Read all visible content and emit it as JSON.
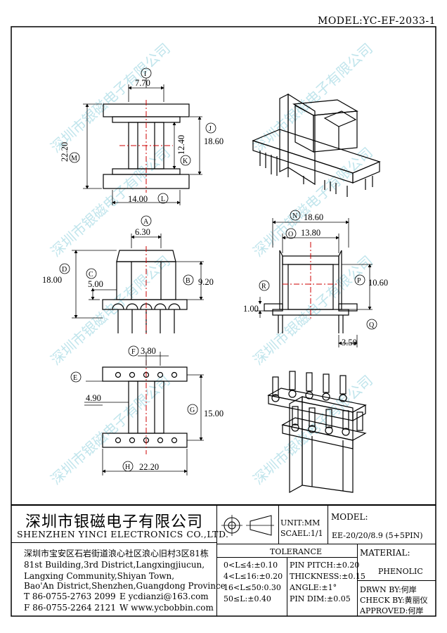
{
  "model_header": "MODEL:YC-EF-2033-1",
  "watermark": "深圳市银磁电子有限公司",
  "dimensions": {
    "I": "7.70",
    "M": "22.20",
    "K": "12.40",
    "J": "18.60",
    "L": "14.00",
    "A": "6.30",
    "D": "18.00",
    "C": "5.00",
    "B": "9.20",
    "N": "18.60",
    "O": "13.80",
    "P": "10.60",
    "R": "1.00",
    "Q": "3.50",
    "F": "3.80",
    "E": "4.90",
    "G": "15.00",
    "H": "22.20"
  },
  "labels": {
    "I": "I",
    "M": "M",
    "K": "K",
    "J": "J",
    "L": "L",
    "A": "A",
    "D": "D",
    "C": "C",
    "B": "B",
    "N": "N",
    "O": "O",
    "P": "P",
    "R": "R",
    "Q": "Q",
    "F": "F",
    "E": "E",
    "G": "G",
    "H": "H"
  },
  "company": {
    "name_cn": "深圳市银磁电子有限公司",
    "name_en": "SHENZHEN YINCI ELECTRONICS CO.,LTD.",
    "address_cn": "深圳市宝安区石岩街道浪心社区浪心旧村3区81栋",
    "address_en_1": "81st Building,3rd District,Langxingjiucun,",
    "address_en_2": "Langxing Community,Shiyan Town,",
    "address_en_3": "Bao'An District,Shenzhen,Guangdong Province",
    "tel": "T 86-0755-2763 2099",
    "email": "E ycdianzi@163.com",
    "fax": "F 86-0755-2264 2121",
    "web": "W www.ycbobbin.com"
  },
  "title_block": {
    "unit": "UNIT:MM",
    "scale": "SCAEL:1/1",
    "model_label": "MODEL:",
    "model_value": "EE-20/20/8.9 (5+5PIN)",
    "tolerance_title": "TOLERANCE",
    "tolerances": [
      "0<L≤4:±0.10",
      "4<L≤16:±0.20",
      "16<L≤50:0.30",
      "50≤L:±0.40"
    ],
    "pin_tolerances": [
      "PIN PITCH:±0.20",
      "THICKNESS:±0.15",
      "ANGLE:±1°",
      "PIN DIM:±0.05"
    ],
    "material_label": "MATERIAL:",
    "material_value": "PHENOLIC",
    "drawn": "DRWN BY:何岸",
    "check": "CHECK BY:黄丽仪",
    "approved": "APPROVED:何岸"
  }
}
